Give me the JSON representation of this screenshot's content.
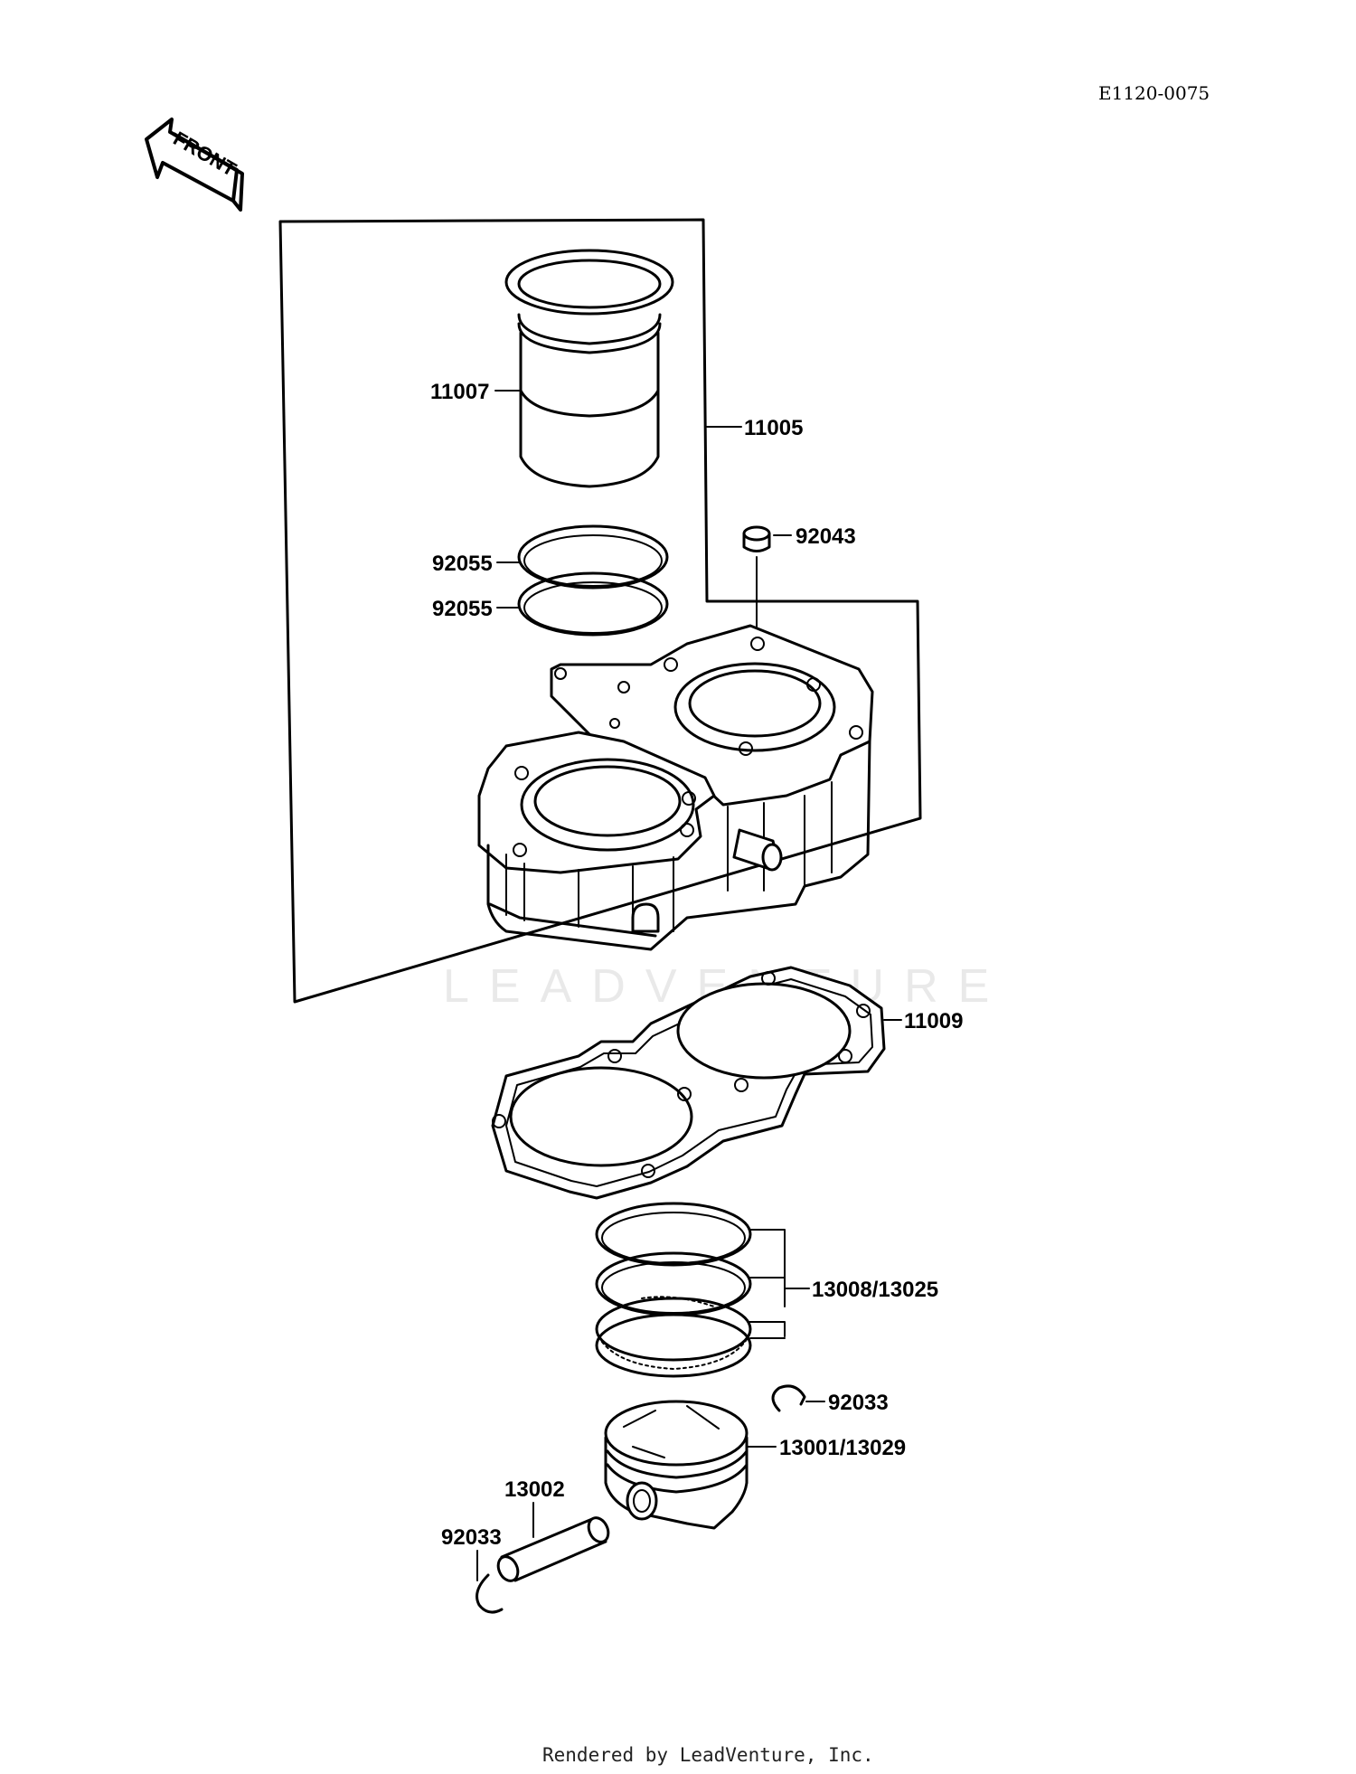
{
  "diagram_code": "E1120-0075",
  "front_arrow_label": "FRONT",
  "watermark": "LEADVENTURE",
  "footer": "Rendered by LeadVenture, Inc.",
  "parts": {
    "sleeve": "11007",
    "cylinder_assy": "11005",
    "dowel_pin": "92043",
    "o_ring_1": "92055",
    "o_ring_2": "92055",
    "base_gasket": "11009",
    "piston_rings": "13008/13025",
    "circlip_right": "92033",
    "piston": "13001/13029",
    "piston_pin": "13002",
    "circlip_left": "92033"
  }
}
